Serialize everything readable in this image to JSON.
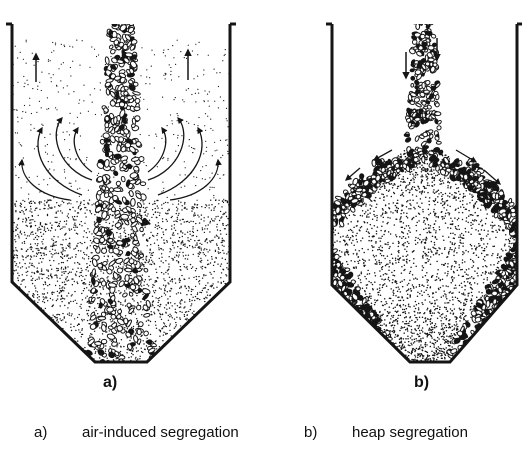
{
  "figure": {
    "panels": [
      {
        "id": "a",
        "label": "a)",
        "caption_letter": "a)",
        "caption_text": "air-induced segregation"
      },
      {
        "id": "b",
        "label": "b)",
        "caption_letter": "b)",
        "caption_text": "heap segregation"
      }
    ],
    "colors": {
      "ink": "#151515",
      "background": "#ffffff"
    }
  }
}
